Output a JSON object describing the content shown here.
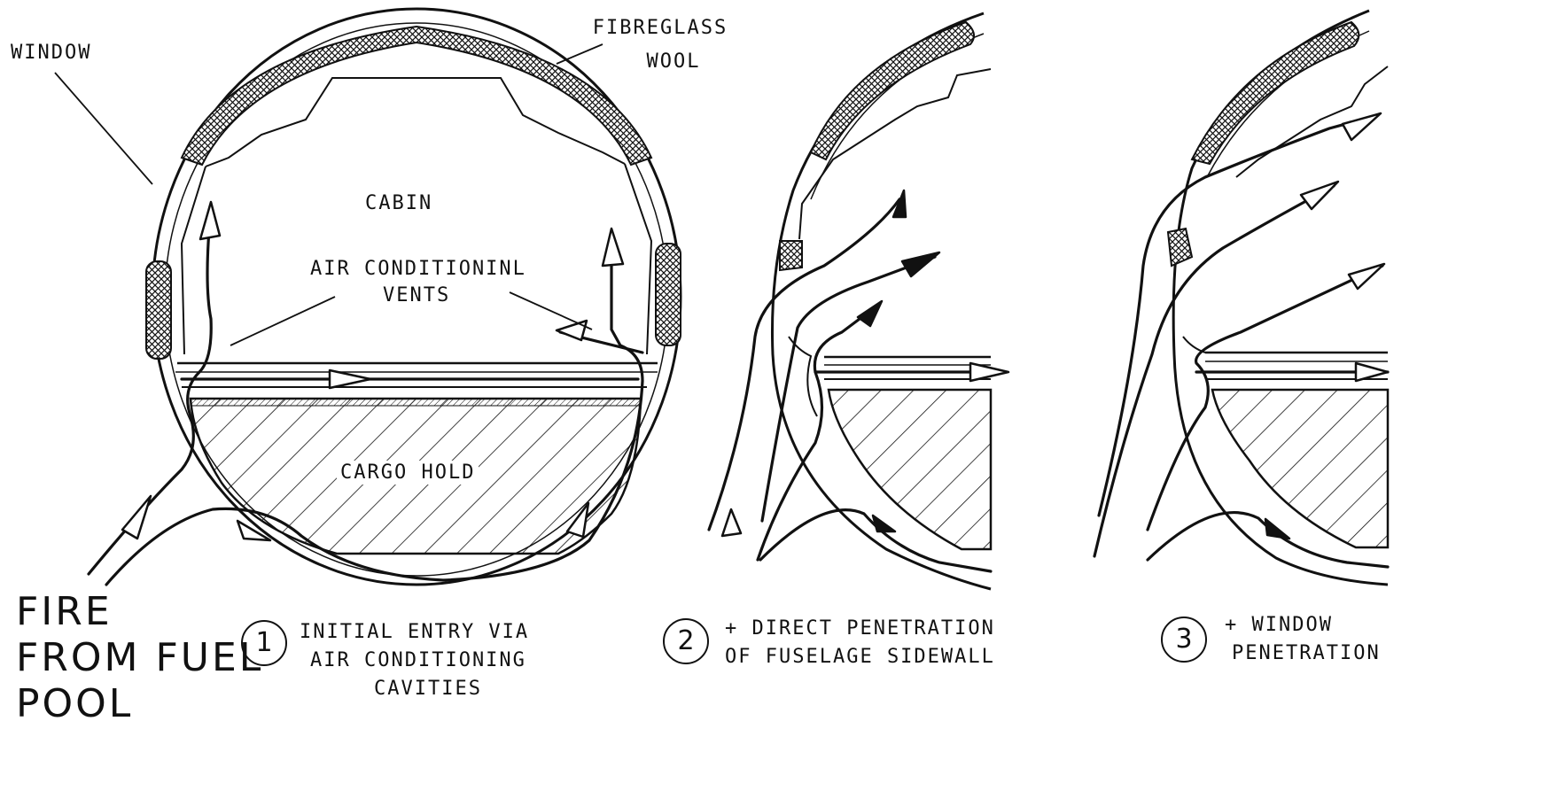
{
  "labels": {
    "window": "WINDOW",
    "fibreglass_line1": "FIBREGLASS",
    "fibreglass_line2": "WOOL",
    "cabin": "CABIN",
    "ac_line1": "AIR CONDITIONINL",
    "ac_line2": "VENTS",
    "cargo_hold": "CARGO HOLD",
    "fire_line1": "FIRE",
    "fire_line2": "FROM FUEL",
    "fire_line3": "POOL"
  },
  "captions": [
    {
      "number": "1",
      "line1": "INITIAL ENTRY VIA",
      "line2": "AIR CONDITIONING",
      "line3": "CAVITIES"
    },
    {
      "number": "2",
      "line1": "+ DIRECT PENETRATION",
      "line2": "OF FUSELAGE SIDEWALL"
    },
    {
      "number": "3",
      "line1": "+ WINDOW",
      "line2": "PENETRATION"
    }
  ],
  "colors": {
    "ink": "#111111",
    "background": "#ffffff"
  }
}
